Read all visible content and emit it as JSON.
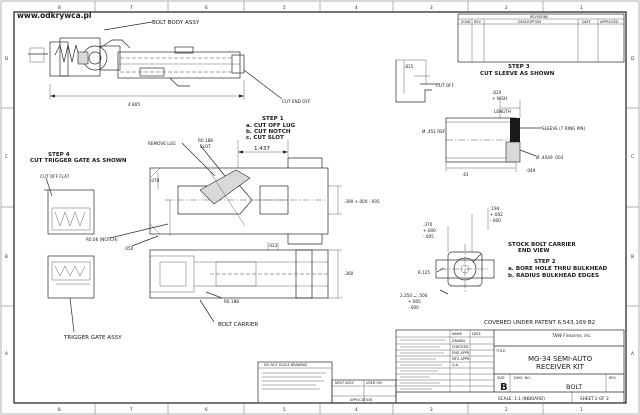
{
  "watermark": "www.odkrywca.pl",
  "border": {
    "top_numbers": [
      "8",
      "7",
      "6",
      "5",
      "4",
      "3",
      "2",
      "1"
    ],
    "bottom_numbers": [
      "8",
      "7",
      "6",
      "5",
      "4",
      "3",
      "2",
      "1"
    ],
    "left_letters": [
      "D",
      "C",
      "B",
      "A"
    ],
    "right_letters": [
      "D",
      "C",
      "B",
      "A"
    ]
  },
  "revisions": {
    "title": "REVISIONS",
    "headers": [
      "ZONE",
      "REV.",
      "DESCRIPTION",
      "DATE",
      "APPROVED"
    ]
  },
  "callouts": {
    "bolt_body_assy": "BOLT BODY ASSY",
    "cut_end_off": "CUT END OFF",
    "remove_lug": "REMOVE LUG",
    "bolt_carrier": "BOLT CARRIER",
    "trigger_gate_assy": "TRIGGER GATE ASSY",
    "cut_off_flat": "CUT OFF FLAT",
    "cut_off": "CUT OFF",
    "sleeve": "SLEEVE (7 RING PIN)",
    "stock_bolt_carrier_1": "STOCK BOLT CARRIER",
    "stock_bolt_carrier_2": "END VIEW"
  },
  "steps": {
    "step1": {
      "title": "STEP 1",
      "items": [
        "a.  CUT OFF LUG",
        "b.  CUT NOTCH",
        "c.  CUT SLOT"
      ]
    },
    "step2": {
      "title": "STEP 2",
      "items": [
        "a.  BORE HOLE THRU BULKHEAD",
        "b.  RADIUS BULKHEAD EDGES"
      ]
    },
    "step3": {
      "title": "STEP 3",
      "subtitle": "CUT SLEEVE AS SHOWN"
    },
    "step4": {
      "title": "STEP 4",
      "subtitle": "CUT TRIGGER GATE AS SHOWN"
    }
  },
  "dimensions": {
    "d_4805": "4.805",
    "d_1437": "1.437",
    "d_r188_slot": "R0.188",
    "d_slot": "SLOT",
    "d_070": ".070",
    "d_390": ".390 +.000  -.005",
    "d_050": ".050",
    "d_r06_notch": "R0.06 (NOTCH)",
    "d_023": ".023",
    "d_360": ".360",
    "d_r188": "R0.188",
    "d_815": ".815",
    "d_620": ".620",
    "d_nish": "+ NISH",
    "d_length": "LENGTH",
    "d_451": "Ø .451 REF",
    "d_049_003": "Ø .4049 .003",
    "d_61": ".61",
    "d_049": ".049",
    "d_370_1": ".370",
    "d_370_2": "+.000",
    "d_370_3": "-.005",
    "d_194_1": ".194",
    "d_194_2": "+.002",
    "d_194_3": "-.000",
    "d_r125": "R.125",
    "d_2250_1": "2.250 ⌴ .500",
    "d_2250_2": "+.005",
    "d_2250_3": "-.000"
  },
  "title_block": {
    "patent": "COVERED UNDER PATENT 6,543,169 B2",
    "company": "TNW Firearms, Inc.",
    "title": "MG-34 SEMI-AUTO",
    "subtitle": "RECEIVER KIT",
    "size_label": "SIZE",
    "size_value": "B",
    "dwg_label": "DWG.  NO.",
    "dwg_value": "BOLT",
    "rev_label": "REV",
    "scale": "SCALE: 1:1  (INBOARD)",
    "sheet": "SHEET 2 OF 3",
    "title_label": "TITLE:",
    "drawn_label": "DRAWN",
    "checked_label": "CHECKED",
    "eng_appr_label": "ENG APPR.",
    "mfg_appr_label": "MFG APPR.",
    "qa_label": "Q.A.",
    "name_label": "NAME",
    "date_label": "DATE",
    "application_label": "APPLICATION",
    "next_assy_label": "NEXT ASSY",
    "used_on_label": "USED ON",
    "do_not_scale": "DO NOT SCALE DRAWING"
  }
}
